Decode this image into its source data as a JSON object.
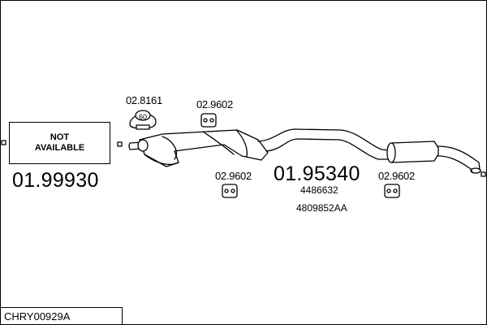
{
  "not_available": {
    "line1": "NOT",
    "line2": "AVAILABLE"
  },
  "parts": {
    "front_pipe": "01.99930",
    "silencer": "01.95340",
    "oe_numbers": [
      "4486632",
      "4809852AA"
    ]
  },
  "fittings": {
    "clamp": "02.8161",
    "clamp_size": "60",
    "hanger_top": "02.9602",
    "hanger_bottom": "02.9602",
    "hanger_rear": "02.9602"
  },
  "diagram_code": "CHRY00929A"
}
